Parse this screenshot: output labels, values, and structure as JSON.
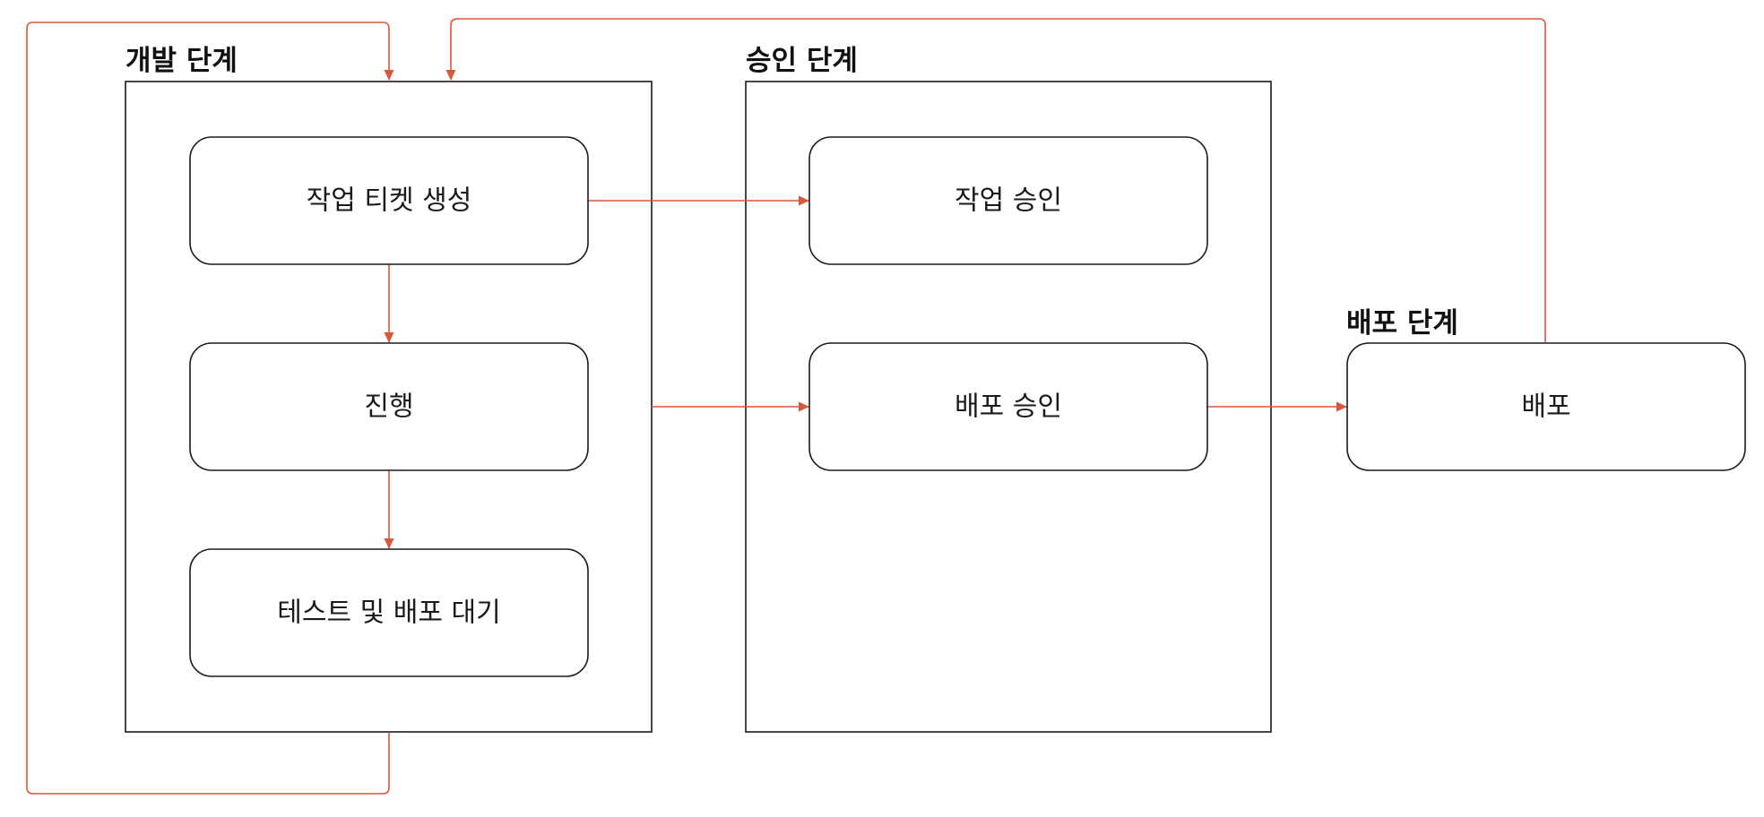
{
  "colors": {
    "connector": "#d9573b",
    "outline": "#1a1a1a",
    "background": "#ffffff"
  },
  "groups": [
    {
      "id": "dev",
      "title": "개발 단계"
    },
    {
      "id": "approval",
      "title": "승인 단계"
    },
    {
      "id": "deploy",
      "title": "배포 단계"
    }
  ],
  "nodes": [
    {
      "id": "create-ticket",
      "label": "작업 티켓 생성"
    },
    {
      "id": "in-progress",
      "label": "진행"
    },
    {
      "id": "test-wait",
      "label": "테스트 및 배포 대기"
    },
    {
      "id": "task-approval",
      "label": "작업 승인"
    },
    {
      "id": "deploy-approval",
      "label": "배포 승인"
    },
    {
      "id": "deploy",
      "label": "배포"
    }
  ],
  "edges": [
    {
      "from": "create-ticket",
      "to": "in-progress"
    },
    {
      "from": "in-progress",
      "to": "test-wait"
    },
    {
      "from": "create-ticket",
      "to": "task-approval"
    },
    {
      "from": "dev",
      "to": "deploy-approval"
    },
    {
      "from": "deploy-approval",
      "to": "deploy"
    },
    {
      "from": "deploy",
      "to": "dev"
    },
    {
      "from": "dev",
      "to": "dev"
    }
  ]
}
